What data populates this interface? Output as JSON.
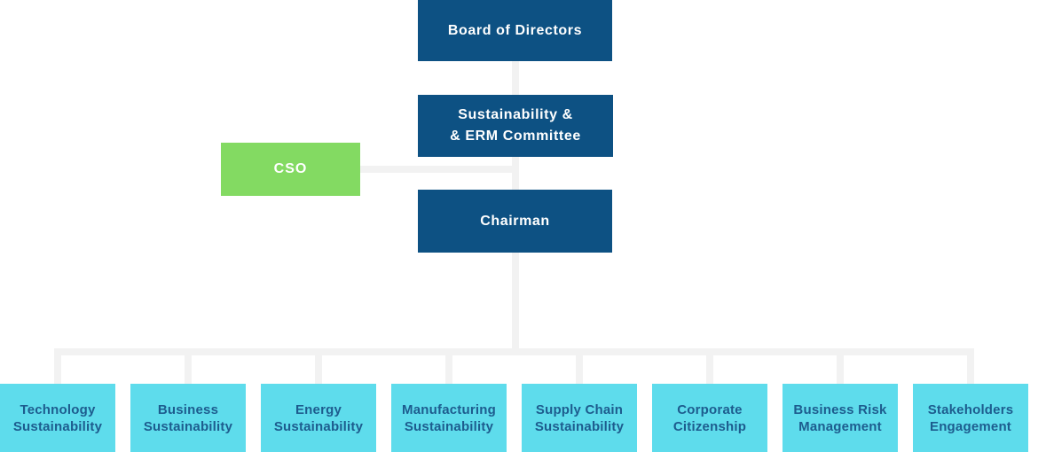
{
  "diagram": {
    "type": "org-chart",
    "nodes": {
      "board": {
        "label": "Board of Directors"
      },
      "committee": {
        "line1": "Sustainability &",
        "line2": "& ERM Committee"
      },
      "cso": {
        "label": "CSO"
      },
      "chairman": {
        "label": "Chairman"
      },
      "departments": [
        {
          "line1": "Technology",
          "line2": "Sustainability"
        },
        {
          "line1": "Business",
          "line2": "Sustainability"
        },
        {
          "line1": "Energy",
          "line2": "Sustainability"
        },
        {
          "line1": "Manufacturing",
          "line2": "Sustainability"
        },
        {
          "line1": "Supply Chain",
          "line2": "Sustainability"
        },
        {
          "line1": "Corporate",
          "line2": "Citizenship"
        },
        {
          "line1": "Business Risk",
          "line2": "Management"
        },
        {
          "line1": "Stakeholders",
          "line2": "Engagement"
        }
      ]
    },
    "colors": {
      "primary_dark_blue": "#0d5183",
      "accent_green": "#83da62",
      "light_cyan": "#5edcec",
      "connector_gray": "#f2f2f2",
      "text_on_dark": "#ffffff",
      "text_on_cyan": "#1d5c8e"
    }
  }
}
